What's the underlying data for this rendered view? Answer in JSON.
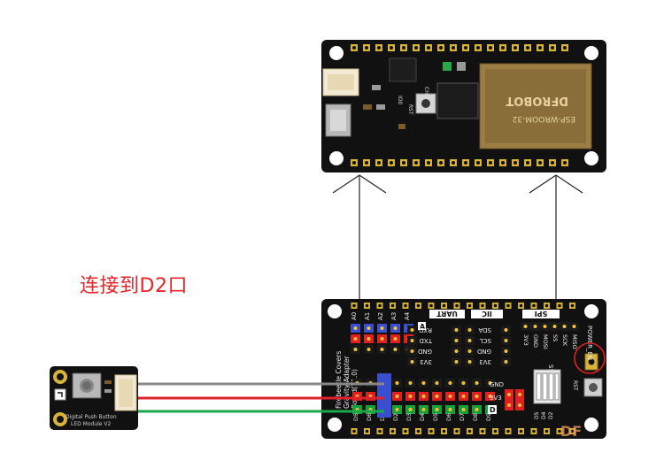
{
  "caption": "连接到D2口",
  "controller": {
    "module_label": "ESP-WROOM-32",
    "brand_label": "DFROBOT",
    "rst_label": "RST",
    "io0_label": "IO0",
    "chg_label": "CHG"
  },
  "shield": {
    "title_lines": [
      "Firebeetle Covers",
      "Gravity Adapter",
      "Board(V1.0)"
    ],
    "top_pin_labels": [
      "A0",
      "A1",
      "A2",
      "A3",
      "A4"
    ],
    "top_section_labels": [
      "UART",
      "IIC",
      "SPI"
    ],
    "uart_labels": [
      "RXD",
      "TXD",
      "GND",
      "3V3"
    ],
    "iic_labels": [
      "SDA",
      "SCL",
      "GND",
      "3V3"
    ],
    "spi_labels": [
      "3V3",
      "GND",
      "MOSI",
      "SS",
      "SCK",
      "MISO"
    ],
    "power_label": "POWER_EN",
    "rst_label": "RST",
    "ss_label": "SS",
    "gnd_label": "GND",
    "v33_label": "3V3",
    "d_label": "D",
    "bottom_pin_labels": [
      "D5",
      "D6",
      "D7",
      "D2",
      "D3",
      "D4",
      "D5",
      "D6",
      "D7",
      "D8",
      "D9"
    ],
    "right_bottom_labels": [
      "D5",
      "D4",
      "D2"
    ],
    "left_side_labels": [
      "A",
      "D",
      "3V3",
      "GND"
    ]
  },
  "sensor": {
    "text_lines": [
      "Digital Push Button",
      "LED Module V2"
    ]
  },
  "watermark": "DF",
  "colors": {
    "board": "#111111",
    "gold": "#d8b33a",
    "wire_gray": "#888888",
    "wire_red": "#e0202a",
    "wire_green": "#1aa84a",
    "header_blue": "#3a4fd0",
    "header_red": "#e02020",
    "header_green": "#18a038",
    "caption": "#e8242a",
    "highlight_circle": "#e02020"
  }
}
